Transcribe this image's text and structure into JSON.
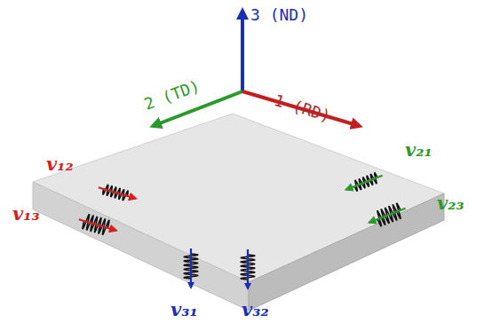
{
  "diagram": {
    "labels": [
      "3 (ND)",
      "2 (TD)",
      "1 (RD)",
      "v₁₂",
      "v₁₃",
      "v₂₁",
      "v₂₃",
      "v₃₁",
      "v₃₂"
    ]
  }
}
